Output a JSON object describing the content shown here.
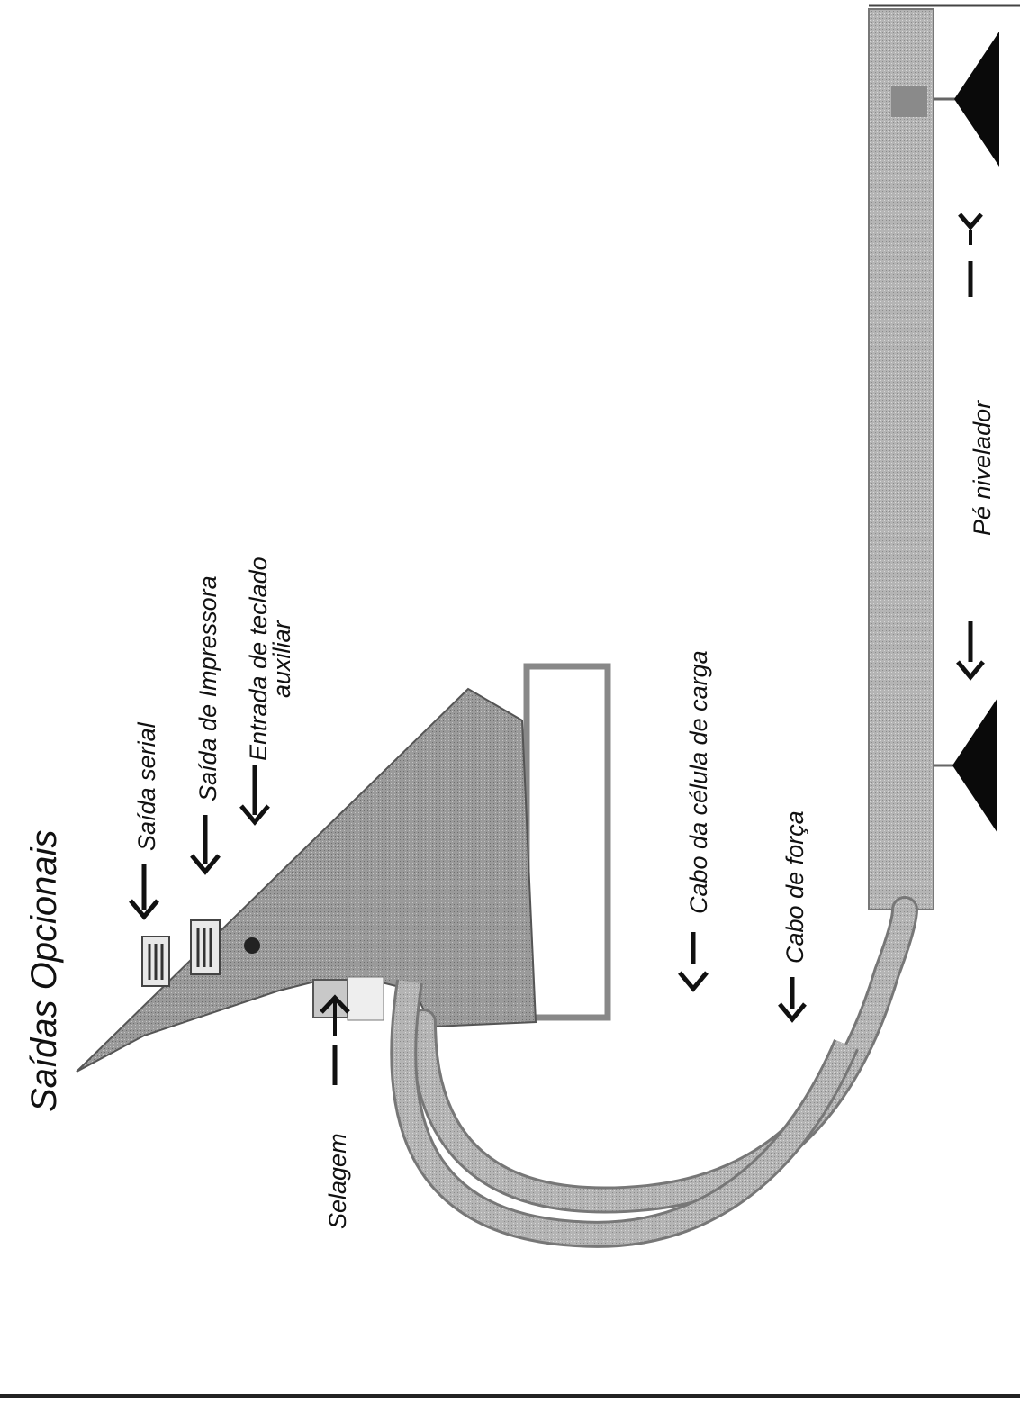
{
  "diagram": {
    "title": "Saídas Opcionais",
    "labels": {
      "serial_output": "Saída serial",
      "printer_output": "Saída de Impressora",
      "aux_keyboard_line1": "Entrada de teclado",
      "aux_keyboard_line2": "auxiliar",
      "load_cell_cable": "Cabo da célula de carga",
      "power_cable": "Cabo de força",
      "seal": "Selagem",
      "leveling_foot": "Pé nivelador"
    },
    "colors": {
      "body_fill": "#8a8a8a",
      "platform_fill": "#a8a8a8",
      "cable_fill": "#b0b0b0",
      "foot_fill": "#0a0a0a",
      "ink": "#111111"
    }
  }
}
